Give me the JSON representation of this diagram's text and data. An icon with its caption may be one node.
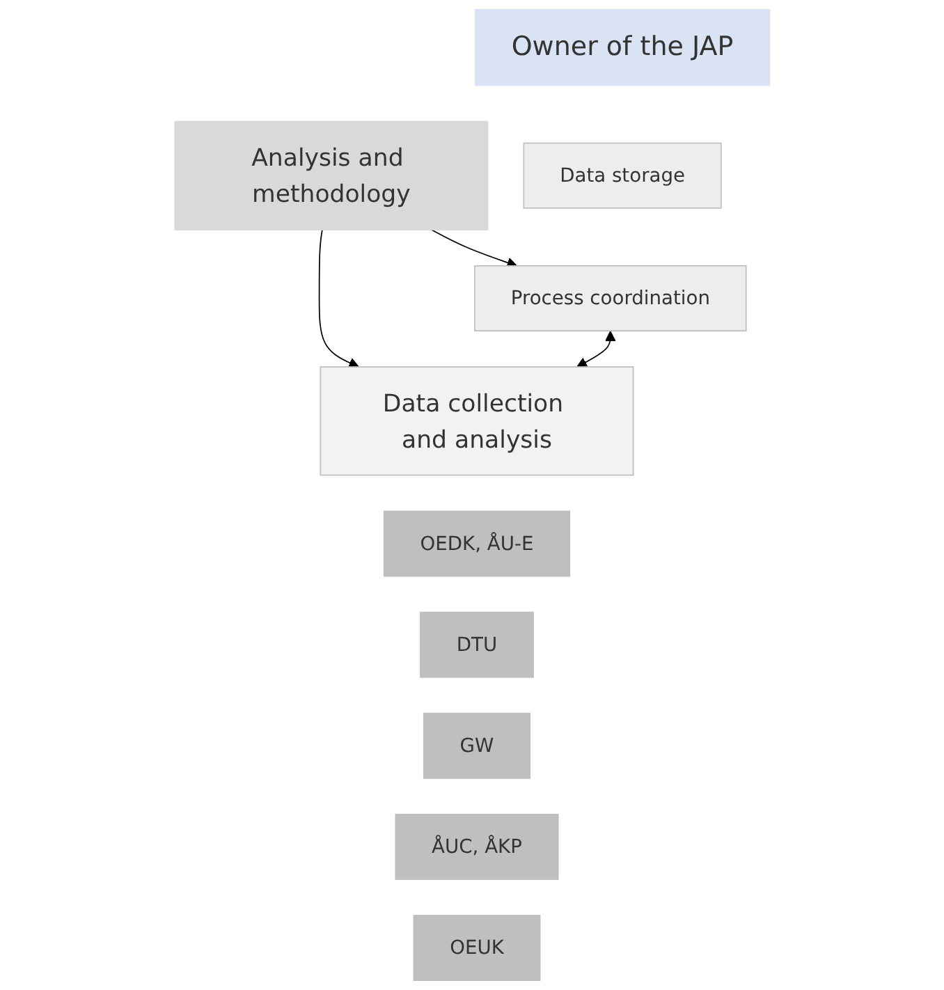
{
  "diagram": {
    "nodes": [
      {
        "text": [
          "Owner of the JAP"
        ]
      },
      {
        "text": [
          "Data storage"
        ]
      },
      {
        "text": [
          "Process coordination"
        ]
      },
      {
        "text": [
          "Analysis and methodology"
        ]
      },
      {
        "text": [
          "Data collection and analysis"
        ]
      },
      {
        "text": [
          "OEDK, ÅU-E"
        ]
      },
      {
        "text": [
          "DTU"
        ]
      },
      {
        "text": [
          "GW"
        ]
      },
      {
        "text": [
          "ÅUC, ÅKP"
        ]
      },
      {
        "text": [
          "OEUK"
        ]
      }
    ],
    "edges": [
      {
        "from": 3,
        "to": 2,
        "arrow": "to"
      },
      {
        "from": 3,
        "to": 4,
        "arrow": "to"
      },
      {
        "from": 2,
        "to": 4,
        "arrow": "both"
      }
    ]
  }
}
